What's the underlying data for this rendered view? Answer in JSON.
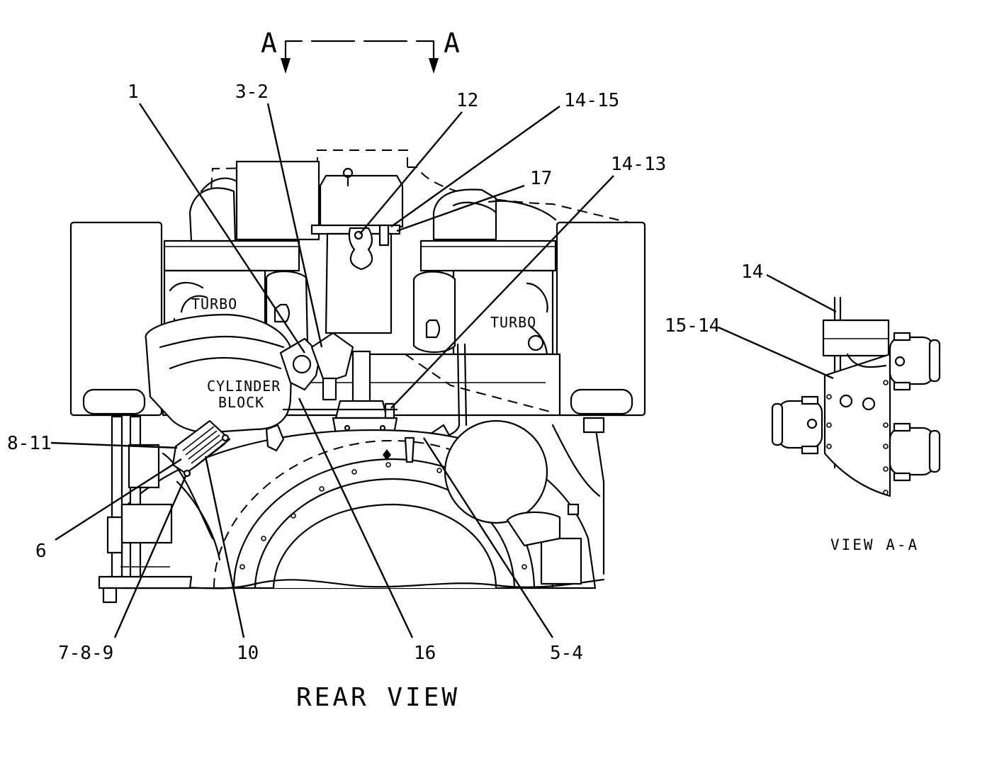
{
  "section_marker": {
    "left": "A",
    "right": "A"
  },
  "main_view": {
    "title": "REAR VIEW",
    "inner_labels": {
      "turbo_left": "TURBO",
      "turbo_right": "TURBO",
      "cylinder_line1": "CYLINDER",
      "cylinder_line2": "BLOCK"
    },
    "callouts": {
      "c1": "1",
      "c3_2": "3-2",
      "c12": "12",
      "c14_15": "14-15",
      "c17": "17",
      "c14_13": "14-13",
      "c8_11": "8-11",
      "c6": "6",
      "c7_8_9": "7-8-9",
      "c10": "10",
      "c16": "16",
      "c5_4": "5-4"
    }
  },
  "detail_view": {
    "title": "VIEW A-A",
    "callouts": {
      "c14": "14",
      "c15_14": "15-14"
    }
  }
}
